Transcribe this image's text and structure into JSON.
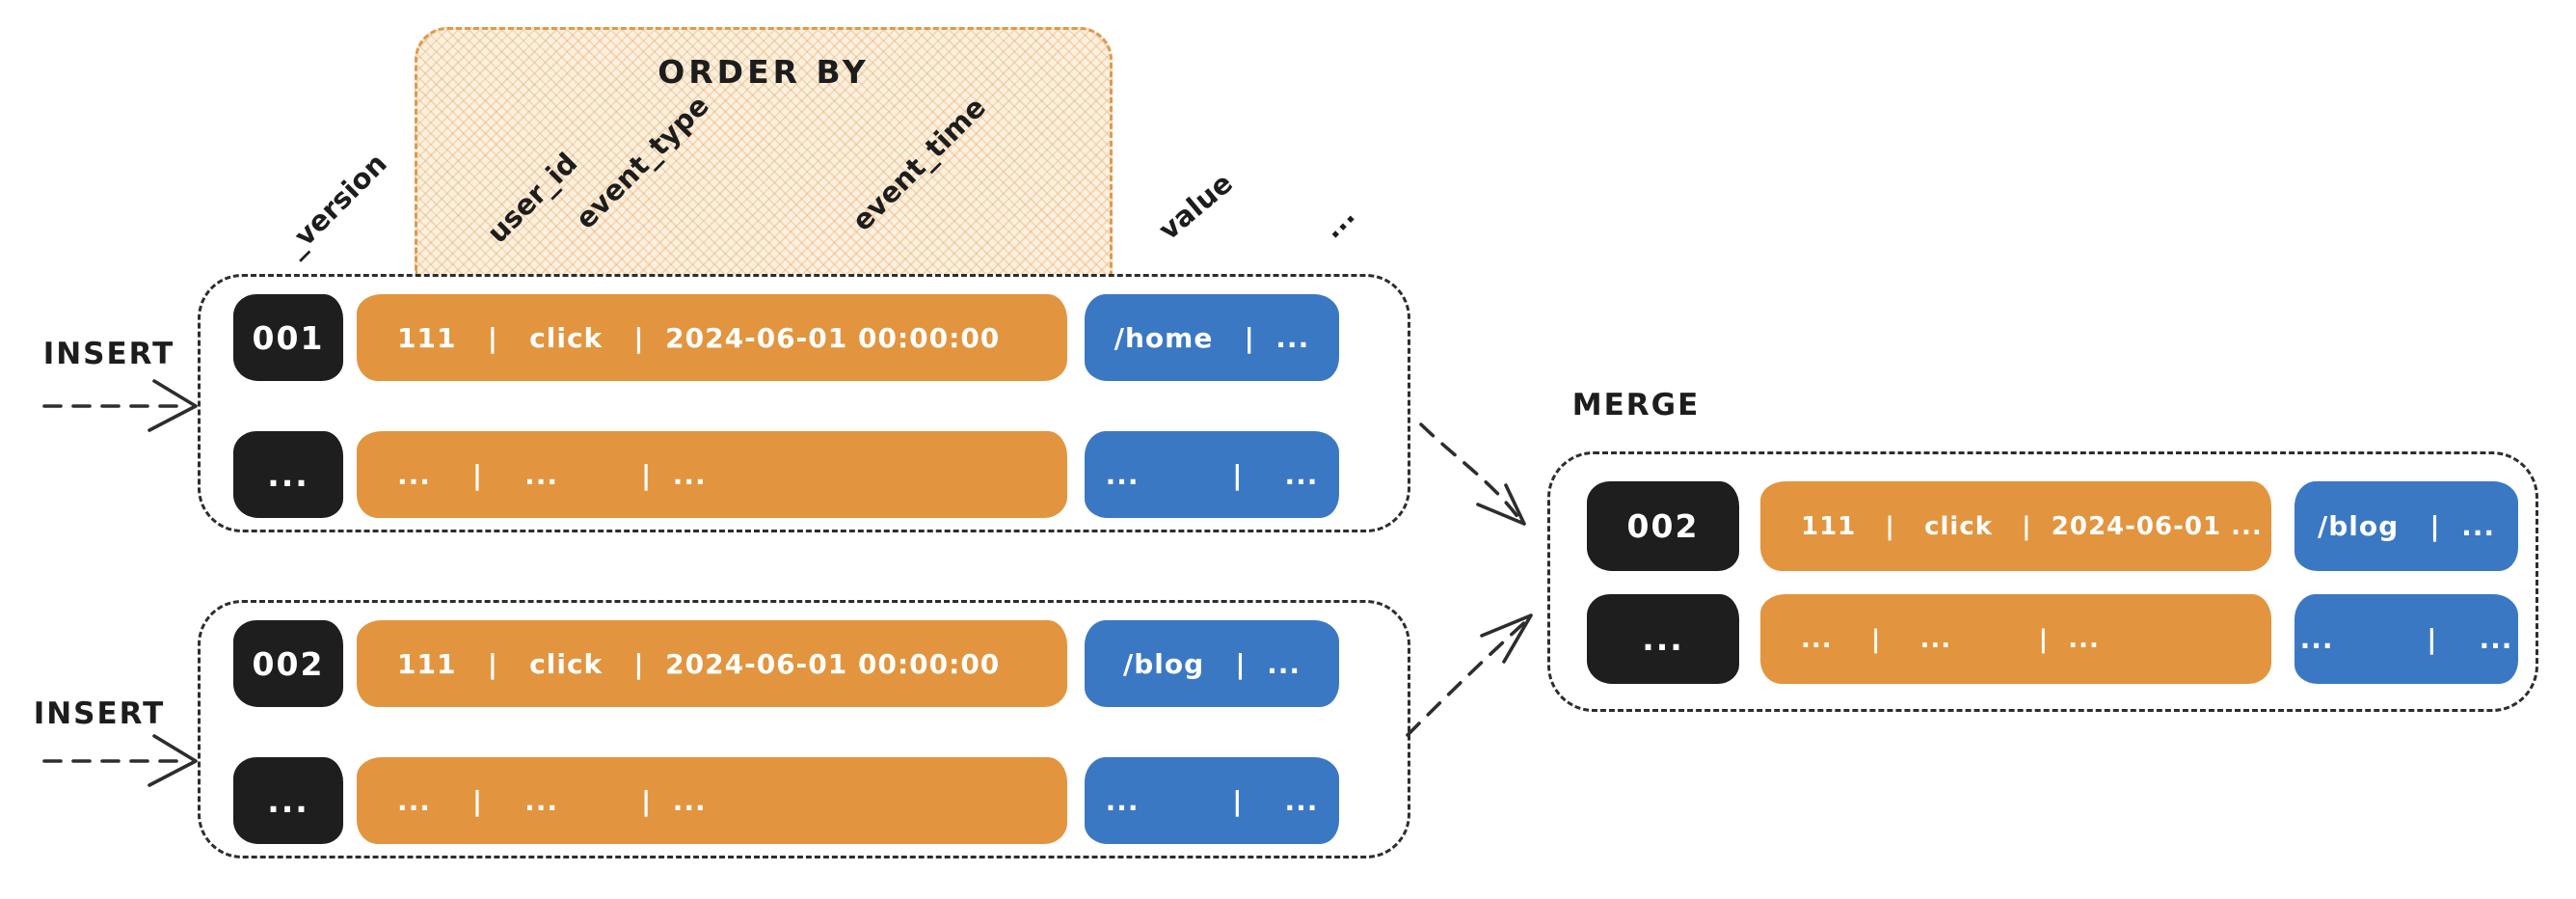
{
  "order_by": {
    "label": "ORDER BY"
  },
  "headers": [
    {
      "id": "version",
      "label": "_version"
    },
    {
      "id": "user_id",
      "label": "user_id"
    },
    {
      "id": "event_type",
      "label": "event_type"
    },
    {
      "id": "event_time",
      "label": "event_time"
    },
    {
      "id": "value",
      "label": "value"
    },
    {
      "id": "more",
      "label": "..."
    }
  ],
  "labels": {
    "insert_top": "INSERT",
    "insert_bottom": "INSERT",
    "merge": "MERGE"
  },
  "parts": {
    "part1": {
      "rows": [
        {
          "version": "001",
          "key": "111   |   click   |  2024-06-01 00:00:00",
          "value": "/home   |  ..."
        },
        {
          "version": "...",
          "key": "...    |    ...        |  ...",
          "value": "...         |    ..."
        }
      ]
    },
    "part2": {
      "rows": [
        {
          "version": "002",
          "key": "111   |   click   |  2024-06-01 00:00:00",
          "value": "/blog   |  ..."
        },
        {
          "version": "...",
          "key": "...    |    ...        |  ...",
          "value": "...         |    ..."
        }
      ]
    },
    "merged": {
      "rows": [
        {
          "version": "002",
          "key": "111   |   click   |  2024-06-01 ...",
          "value": "/blog   |  ..."
        },
        {
          "version": "...",
          "key": "...    |    ...         |  ...",
          "value": "...         |    ..."
        }
      ]
    }
  },
  "colors": {
    "key_orange": "#e2953e",
    "value_blue": "#3b78c4",
    "version_black": "#1e1e1e",
    "hatch_background": "#fcf0de",
    "hatch_border": "#dd9a4d",
    "outline_dark": "#2d2d2d"
  }
}
